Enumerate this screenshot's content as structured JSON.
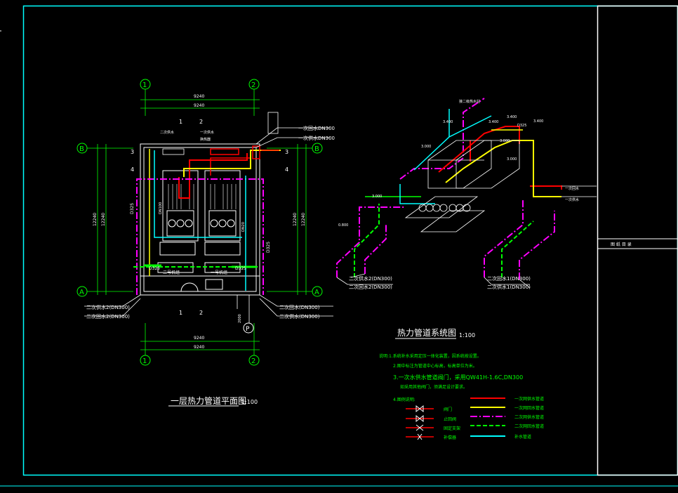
{
  "colors": {
    "background": "#000000",
    "frame": "#00ffff",
    "dimension": "#00ff00",
    "primary_supply": "#ff0000",
    "primary_return": "#ffff00",
    "secondary_supply": "#ff00ff",
    "secondary_return": "#00ff00",
    "makeup": "#00ffff",
    "outline": "#ffffff"
  },
  "plan": {
    "title": "一层热力管道平面图",
    "scale": "1:100",
    "axis_1": "1",
    "axis_2": "2",
    "axis_a": "A",
    "axis_b": "B",
    "dim_top_1": "9240",
    "dim_top_2": "9240",
    "dim_bottom_1": "9240",
    "dim_bottom_2": "9240",
    "dim_left_1": "12240",
    "dim_left_2": "12240",
    "dim_right_1": "12240",
    "dim_right_2": "12240",
    "section_1": "1",
    "section_2": "2",
    "section_3": "3",
    "section_4": "4",
    "label_top_1": "一次回水DN300",
    "label_top_2": "一次供水DN300",
    "label_left_1": "二次供水2(DN300)",
    "label_left_2": "二次回水2(DN300)",
    "label_right_1": "二次回水(DN300)",
    "label_right_2": "二次供水(DN300)",
    "note_top_1": "二次供水",
    "note_top_2": "一次供水",
    "note_top_3": "换热器",
    "room_1": "二号机组",
    "room_2": "一号机组",
    "pipe_1": "D325",
    "pipe_2": "D325",
    "pipe_3": "D325",
    "pipe_4": "D325",
    "pipe_5": "DN100",
    "pipe_6": "DN20",
    "dim_inner": "2000",
    "p_symbol": "P"
  },
  "system": {
    "title": "热力管道系统图",
    "scale": "1:100",
    "elev_1": "3.400",
    "elev_2": "3.400",
    "elev_3": "3.400",
    "elev_4": "3.400",
    "elev_5": "3.000",
    "elev_6": "3.000",
    "elev_7": "3.000",
    "elev_8": "3.000",
    "elev_9": "0.800",
    "pipe_top": "D325",
    "label_r1": "一次回水",
    "label_r2": "一次供水",
    "label_l1": "二次供水2(DN300)",
    "label_l2": "二次回水2(DN300)",
    "label_b1": "二次回水1(DN300)",
    "label_b2": "二次供水1(DN300)",
    "label_top": "接二级热水站"
  },
  "notes": {
    "line_1": "说明:1.系统补水采用定压一体化装置，因系统按设置。",
    "line_2": "2.图中标注为管道中心标高，标高单位为米。",
    "line_3": "3.一次水供水管道阀门，采用QW41H-1.6C,DN300",
    "line_4": "如采用其他阀门，须满足设计要求。",
    "line_5": "4.图例说明:",
    "legend_sym_1": "阀门",
    "legend_sym_2": "止回阀",
    "legend_sym_3": "固定支架",
    "legend_sym_4": "补偿器",
    "legend_line_1": "一次网供水管道",
    "legend_line_2": "一次网回水管道",
    "legend_line_3": "二次网供水管道",
    "legend_line_4": "二次网回水管道",
    "legend_line_5": "补水管道"
  },
  "title_block": {
    "caption": "图 纸 目 录"
  }
}
